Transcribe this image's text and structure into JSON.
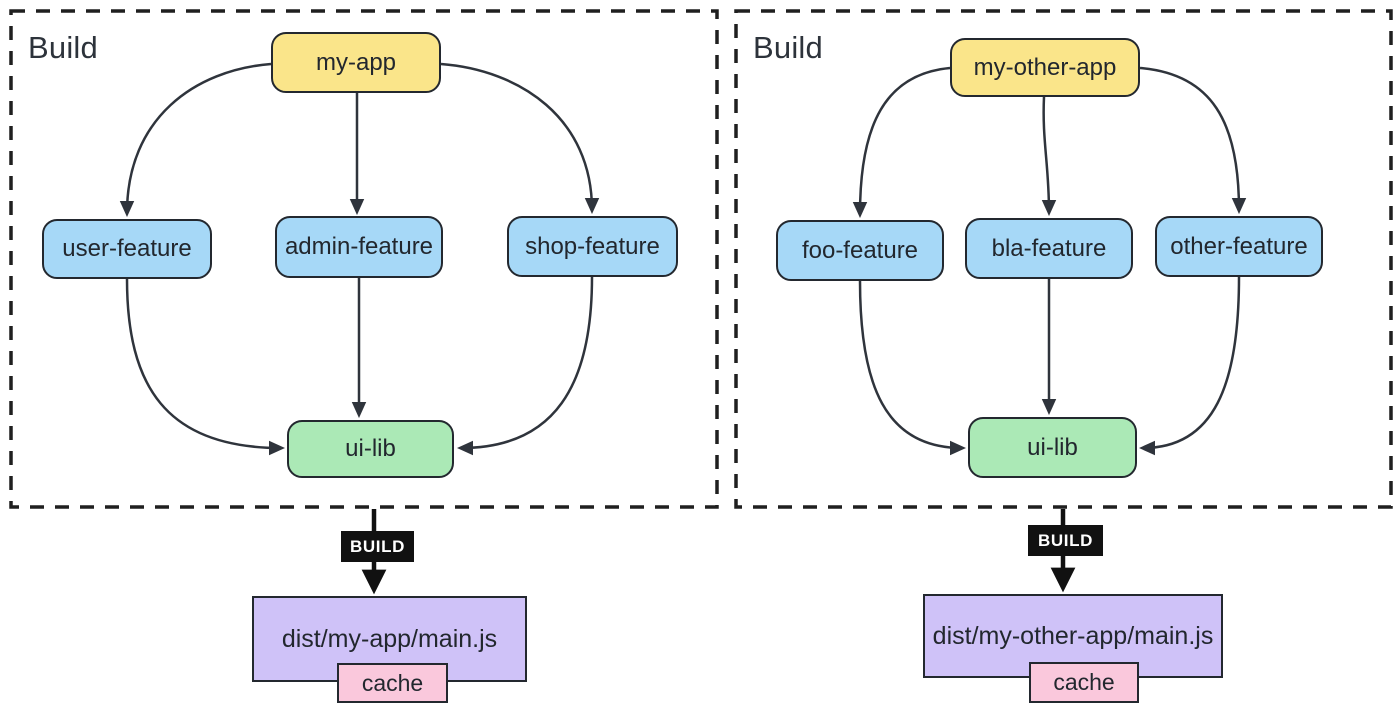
{
  "colors": {
    "app_fill": "#fae58a",
    "feature_fill": "#a6d8f7",
    "lib_fill": "#abe9b6",
    "output_fill": "#cfc2f8",
    "cache_fill": "#fac8dc",
    "build_tag_bg": "#111111",
    "build_tag_text": "#ffffff",
    "edge_stroke": "#2f343c",
    "border_stroke": "#23282f"
  },
  "diagrams": [
    {
      "title": "Build",
      "app": "my-app",
      "features": [
        "user-feature",
        "admin-feature",
        "shop-feature"
      ],
      "lib": "ui-lib",
      "build_label": "BUILD",
      "output": "dist/my-app/main.js",
      "cache_label": "cache"
    },
    {
      "title": "Build",
      "app": "my-other-app",
      "features": [
        "foo-feature",
        "bla-feature",
        "other-feature"
      ],
      "lib": "ui-lib",
      "build_label": "BUILD",
      "output": "dist/my-other-app/main.js",
      "cache_label": "cache"
    }
  ]
}
